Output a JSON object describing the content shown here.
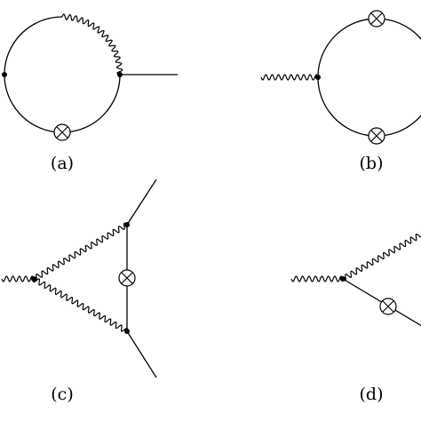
{
  "panels": [
    {
      "id": "a",
      "label": "(a)"
    },
    {
      "id": "b",
      "label": "(b)"
    },
    {
      "id": "c",
      "label": "(c)"
    },
    {
      "id": "d",
      "label": "(d)"
    }
  ]
}
